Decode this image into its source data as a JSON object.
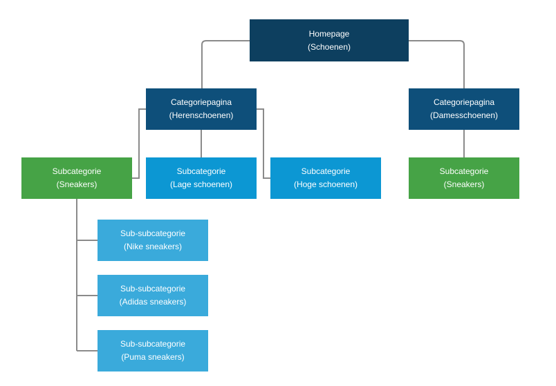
{
  "colors": {
    "homepage": "#0d3f5f",
    "category": "#0e4f7a",
    "subcategory_green": "#46a346",
    "subcategory_blue": "#0c97d3",
    "sub_subcategory": "#3aaadb",
    "connector": "#8a8a8a"
  },
  "nodes": {
    "homepage": {
      "title": "Homepage",
      "subtitle": "(Schoenen)"
    },
    "cat_heren": {
      "title": "Categoriepagina",
      "subtitle": "(Herenschoenen)"
    },
    "cat_dames": {
      "title": "Categoriepagina",
      "subtitle": "(Damesschoenen)"
    },
    "sub_sneakers_heren": {
      "title": "Subcategorie",
      "subtitle": "(Sneakers)"
    },
    "sub_lage": {
      "title": "Subcategorie",
      "subtitle": "(Lage schoenen)"
    },
    "sub_hoge": {
      "title": "Subcategorie",
      "subtitle": "(Hoge schoenen)"
    },
    "sub_sneakers_dames": {
      "title": "Subcategorie",
      "subtitle": "(Sneakers)"
    },
    "subsub_nike": {
      "title": "Sub-subcategorie",
      "subtitle": "(Nike sneakers)"
    },
    "subsub_adidas": {
      "title": "Sub-subcategorie",
      "subtitle": "(Adidas sneakers)"
    },
    "subsub_puma": {
      "title": "Sub-subcategorie",
      "subtitle": "(Puma sneakers)"
    }
  }
}
